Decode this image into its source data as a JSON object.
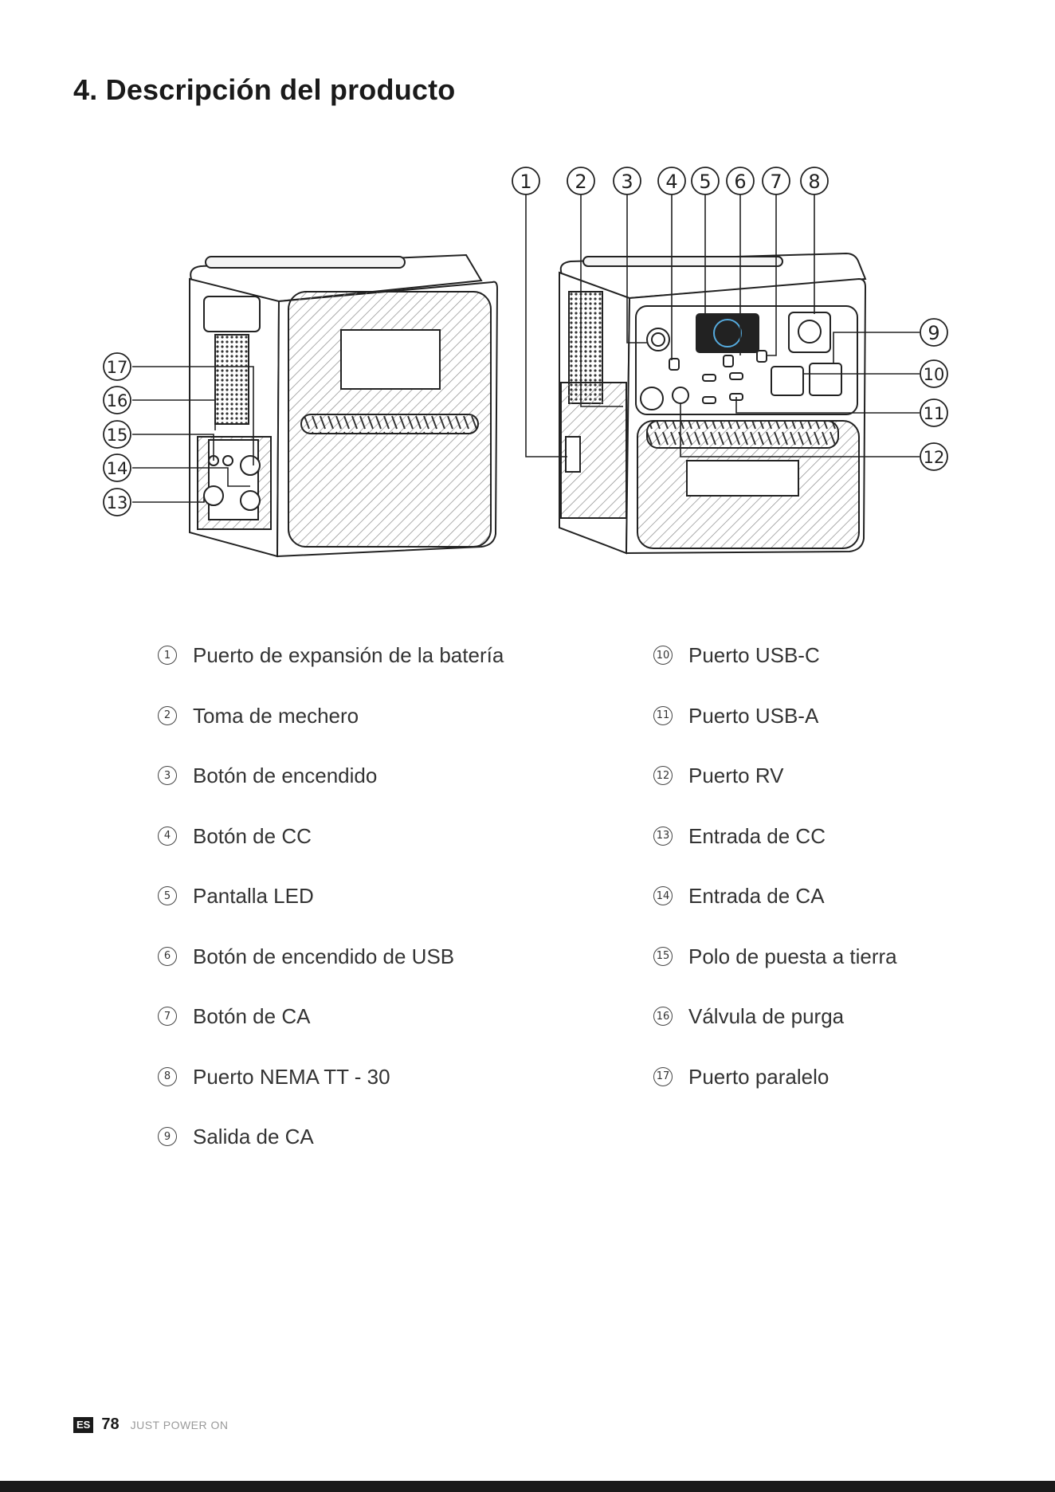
{
  "page": {
    "title": "4. Descripción del producto",
    "footer": {
      "lang": "ES",
      "page_number": "78",
      "tagline": "JUST POWER ON"
    }
  },
  "callout_numbers": [
    "1",
    "2",
    "3",
    "4",
    "5",
    "6",
    "7",
    "8",
    "9",
    "10",
    "11",
    "12",
    "13",
    "14",
    "15",
    "16",
    "17"
  ],
  "legend": {
    "left": [
      {
        "num": "1",
        "label": "Puerto de expansión de la batería"
      },
      {
        "num": "2",
        "label": "Toma de mechero"
      },
      {
        "num": "3",
        "label": "Botón de encendido"
      },
      {
        "num": "4",
        "label": "Botón de CC"
      },
      {
        "num": "5",
        "label": "Pantalla LED"
      },
      {
        "num": "6",
        "label": "Botón de encendido de USB"
      },
      {
        "num": "7",
        "label": "Botón de CA"
      },
      {
        "num": "8",
        "label": "Puerto NEMA TT - 30"
      },
      {
        "num": "9",
        "label": "Salida de CA"
      }
    ],
    "right": [
      {
        "num": "10",
        "label": "Puerto USB-C"
      },
      {
        "num": "11",
        "label": "Puerto USB-A"
      },
      {
        "num": "12",
        "label": "Puerto RV"
      },
      {
        "num": "13",
        "label": "Entrada de CC"
      },
      {
        "num": "14",
        "label": "Entrada de CA"
      },
      {
        "num": "15",
        "label": "Polo de puesta a tierra"
      },
      {
        "num": "16",
        "label": "Válvula de purga"
      },
      {
        "num": "17",
        "label": "Puerto paralelo"
      }
    ]
  },
  "colors": {
    "ink": "#1a1a1a",
    "muted": "#9a9a9a",
    "line": "#333333"
  }
}
